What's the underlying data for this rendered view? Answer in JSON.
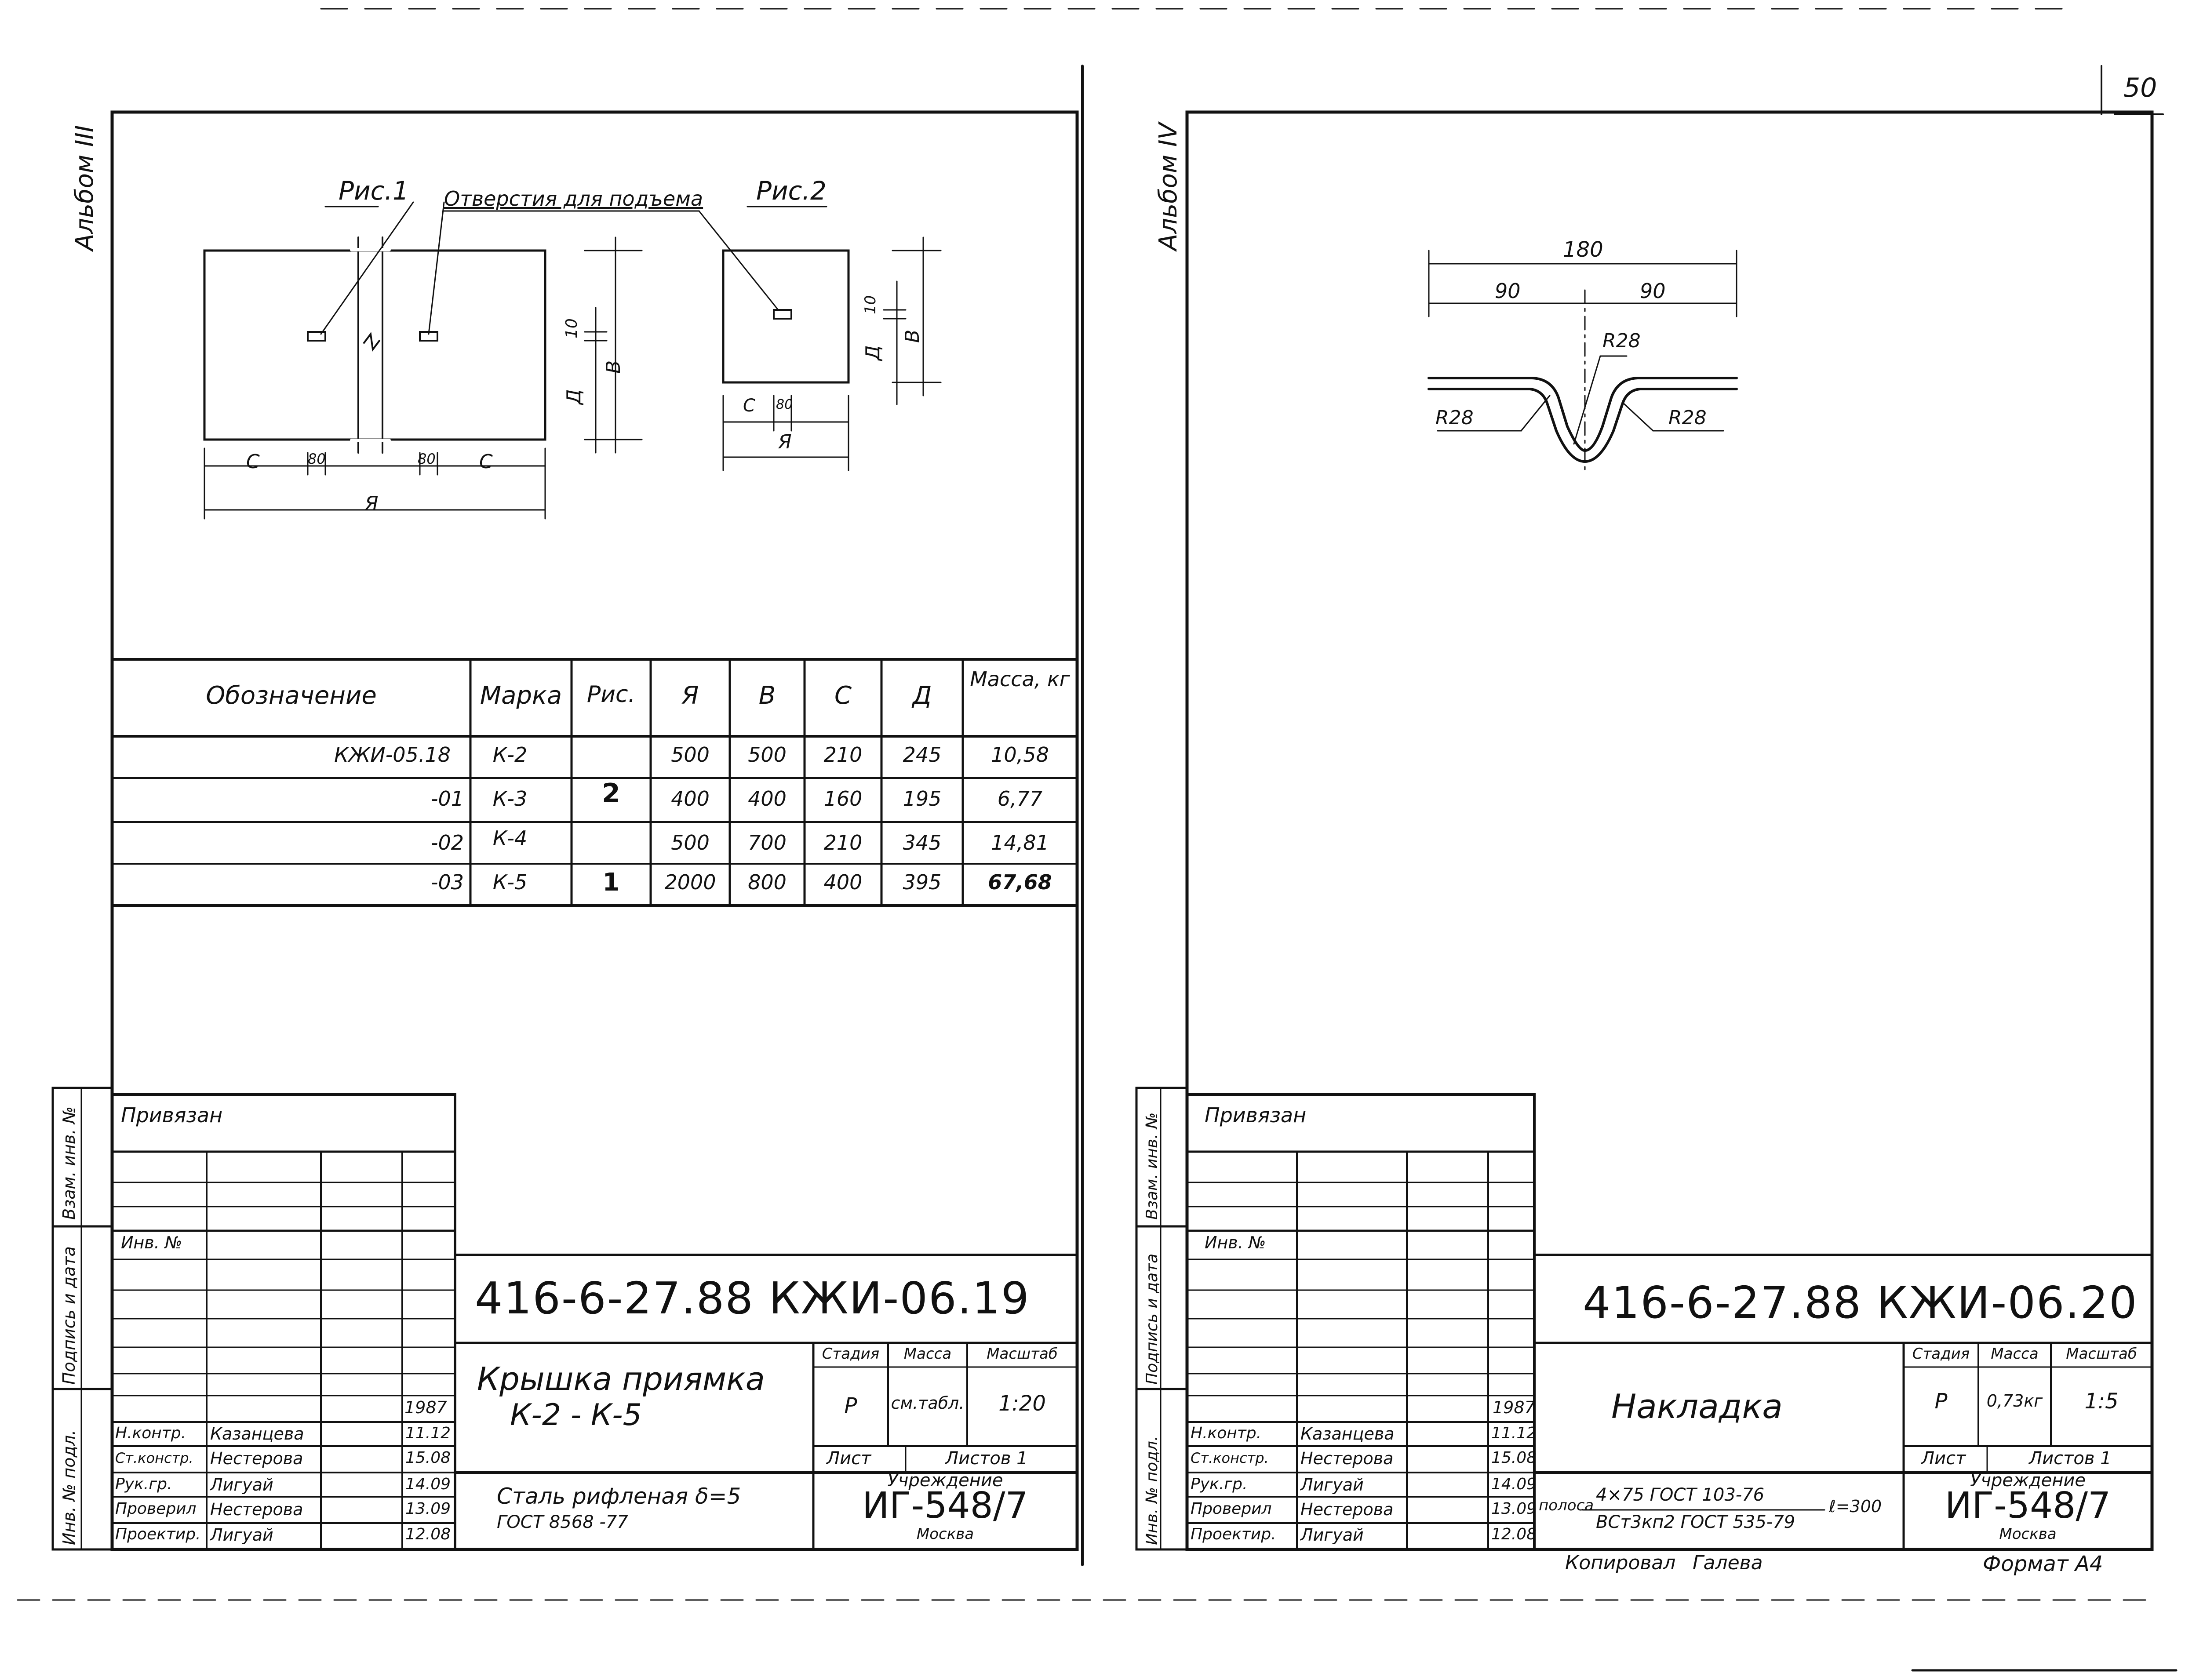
{
  "page_number": "50",
  "left_sheet": {
    "album_label": "Альбом III",
    "fig1_label": "Рис.1",
    "fig2_label": "Рис.2",
    "holes_note": "Отверстия для подъема",
    "dims": {
      "c": "С",
      "d80": "80",
      "a": "Я",
      "d10": "10",
      "d_cap": "Д",
      "b": "В"
    },
    "table": {
      "headers": [
        "Обозначение",
        "Марка",
        "Рис.",
        "Я",
        "В",
        "С",
        "Д",
        "Масса, кг"
      ],
      "rows": [
        [
          "КЖИ-05.18",
          "К-2",
          "2",
          "500",
          "500",
          "210",
          "245",
          "10,58"
        ],
        [
          "-01",
          "К-3",
          "",
          "400",
          "400",
          "160",
          "195",
          "6,77"
        ],
        [
          "-02",
          "К-4",
          "",
          "500",
          "700",
          "210",
          "345",
          "14,81"
        ],
        [
          "-03",
          "К-5",
          "1",
          "2000",
          "800",
          "400",
          "395",
          "67,68"
        ]
      ]
    },
    "side_labels": [
      "Взам. инв. №",
      "Подпись и дата",
      "Инв. № подл."
    ],
    "tied": "Привязан",
    "inv_no": "Инв. №",
    "year": "1987",
    "roles": [
      {
        "role": "Н.контр.",
        "name": "Казанцева",
        "date": "11.12"
      },
      {
        "role": "Ст.констр.",
        "name": "Нестерова",
        "date": "15.08"
      },
      {
        "role": "Рук.гр.",
        "name": "Лигуай",
        "date": "14.09"
      },
      {
        "role": "Проверил",
        "name": "Нестерова",
        "date": "13.09"
      },
      {
        "role": "Проектир.",
        "name": "Лигуай",
        "date": "12.08"
      }
    ],
    "code": "416-6-27.88  КЖИ-06.19",
    "title_line1": "Крышка приямка",
    "title_line2": "К-2  -  К-5",
    "stage_hdr": "Стадия",
    "mass_hdr": "Масса",
    "scale_hdr": "Масштаб",
    "stage": "Р",
    "mass": "см.табл.",
    "scale": "1:20",
    "sheet_lbl": "Лист",
    "sheets_lbl": "Листов 1",
    "material_line1": "Сталь рифленая δ=5",
    "material_line2": "ГОСТ 8568 -77",
    "org_lbl": "Учреждение",
    "org": "ИГ-548/7",
    "city": "Москва"
  },
  "right_sheet": {
    "album_label": "Альбом IV",
    "dims": {
      "total": "180",
      "half_left": "90",
      "half_right": "90",
      "r_top": "R28",
      "r_left": "R28",
      "r_right": "R28"
    },
    "side_labels": [
      "Взам. инв. №",
      "Подпись и дата",
      "Инв. № подл."
    ],
    "tied": "Привязан",
    "inv_no": "Инв. №",
    "year": "1987",
    "roles": [
      {
        "role": "Н.контр.",
        "name": "Казанцева",
        "date": "11.12"
      },
      {
        "role": "Ст.констр.",
        "name": "Нестерова",
        "date": "15.08"
      },
      {
        "role": "Рук.гр.",
        "name": "Лигуай",
        "date": "14.09"
      },
      {
        "role": "Проверил",
        "name": "Нестерова",
        "date": "13.09"
      },
      {
        "role": "Проектир.",
        "name": "Лигуай",
        "date": "12.08"
      }
    ],
    "code": "416-6-27.88  КЖИ-06.20",
    "title": "Накладка",
    "stage_hdr": "Стадия",
    "mass_hdr": "Масса",
    "scale_hdr": "Масштаб",
    "stage": "Р",
    "mass": "0,73кг",
    "scale": "1:5",
    "sheet_lbl": "Лист",
    "sheets_lbl": "Листов 1",
    "material_prefix": "полоса",
    "material_top": "4×75  ГОСТ 103-76",
    "material_bottom": "ВСт3кп2  ГОСТ 535-79",
    "material_length": "ℓ=300",
    "org_lbl": "Учреждение",
    "org": "ИГ-548/7",
    "city": "Москва",
    "copied": "Копировал",
    "copied_name": "Галева",
    "format": "Формат А4"
  }
}
